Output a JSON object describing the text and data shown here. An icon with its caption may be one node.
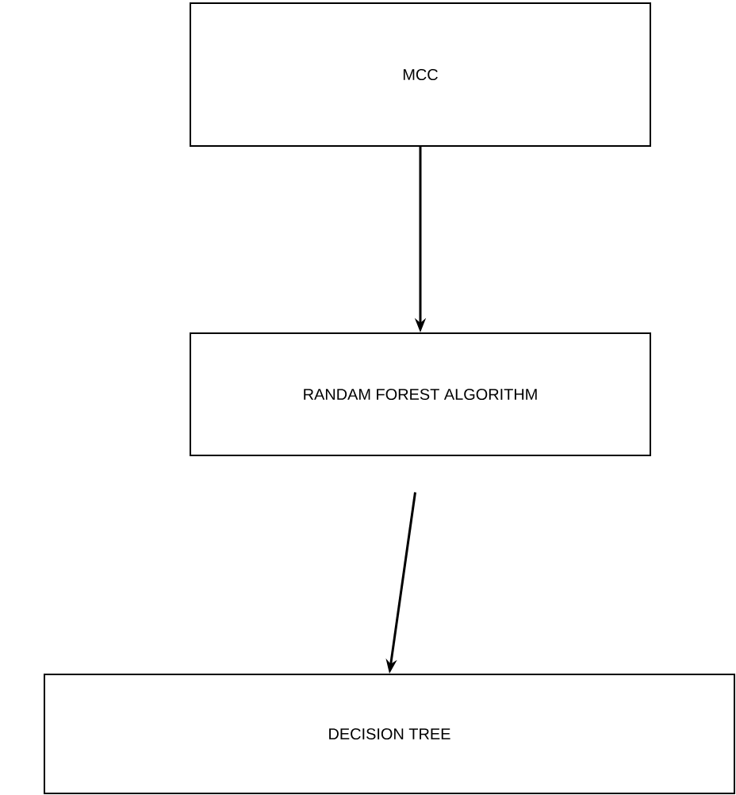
{
  "diagram": {
    "nodes": [
      {
        "text": [
          "MCC"
        ]
      },
      {
        "text": [
          "RANDAM FOREST ALGORITHM"
        ]
      },
      {
        "text": [
          "DECISION TREE"
        ]
      }
    ],
    "edges": [
      {
        "from": 0,
        "to": 1,
        "arrow": "to"
      },
      {
        "from": 1,
        "to": 2,
        "arrow": "to"
      }
    ]
  }
}
